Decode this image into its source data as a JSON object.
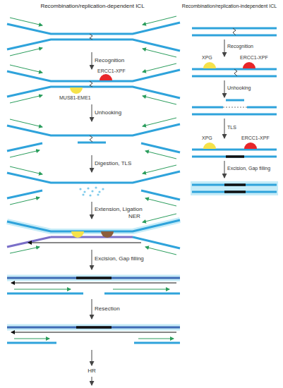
{
  "diagram": {
    "labels": [
      "Recombination/replication-dependent ICL",
      "Recombination/replication-independent ICL",
      "Recognition",
      "MUS81-EME1",
      "ERCC1-XPF",
      "Unhooking",
      "Digestion, TLS",
      "Extension, Ligation",
      "NER",
      "Excision, Gap filling",
      "Resection",
      "HR",
      "Recognition",
      "XPG",
      "ERCC1-XPF",
      "Unhooking",
      "TLS",
      "XPG",
      "ERCC1-XPF",
      "Excision, Gap filling"
    ]
  }
}
